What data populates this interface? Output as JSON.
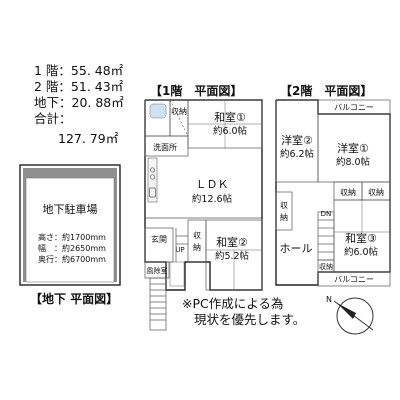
{
  "areas": {
    "floor1": "1 階：55. 48㎡",
    "floor2": "2 階：51. 43㎡",
    "basement": "地下：20. 88㎡",
    "total_label": "合計：",
    "total_value": "127. 79㎡"
  },
  "titles": {
    "floor1": "【1階　平面図】",
    "floor2": "【2階　平面図】",
    "basement": "【地下 平面図】"
  },
  "floor1_rooms": {
    "washitsu1_name": "和室①",
    "washitsu1_size": "約6.0帖",
    "closet_a": "収納",
    "washroom": "洗面所",
    "ldk_name": "ＬＤＫ",
    "ldk_size": "約12.6帖",
    "closet_b": "収納",
    "entrance": "玄関",
    "washitsu2_name": "和室②",
    "washitsu2_size": "約5.2帖",
    "up": "UP",
    "windbreak": "風除室"
  },
  "floor2_rooms": {
    "balcony_top": "バルコニー",
    "western2_name": "洋室②",
    "western2_size": "約6.2帖",
    "western1_name": "洋室①",
    "western1_size": "約8.0帖",
    "closet_1": "収納",
    "closet_2": "収納",
    "closet_3": "収納",
    "closet_4": "収納",
    "dn": "DN",
    "hall": "ホール",
    "washitsu3_name": "和室③",
    "washitsu3_size": "約6.0帖",
    "balcony_bottom": "バルコニー"
  },
  "basement": {
    "label": "地下駐車場",
    "height": "高さ：約1700mm",
    "width": "幅　：約2650mm",
    "depth": "奥行：約6700mm"
  },
  "note": {
    "line1": "※PC作成による為",
    "line2": "現状を優先します。"
  },
  "compass": {
    "label": "N"
  }
}
